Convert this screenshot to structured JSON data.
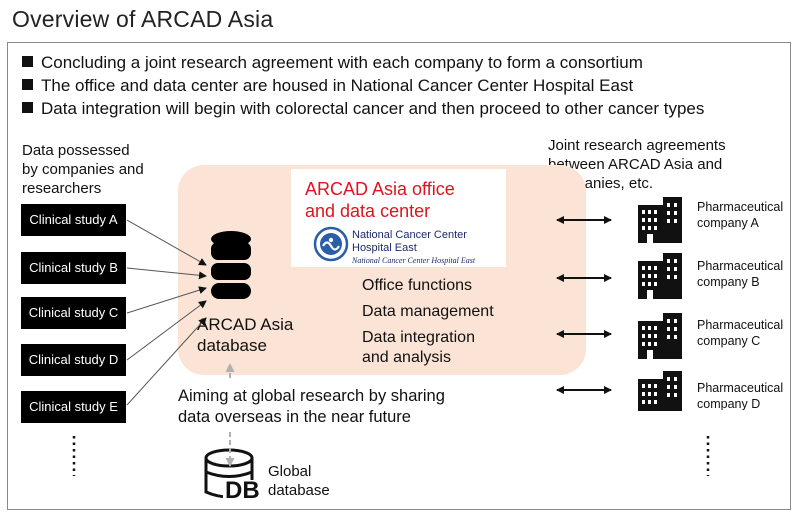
{
  "title": "Overview of ARCAD Asia",
  "bullets": [
    "Concluding a joint research agreement with each company to form a consortium",
    "The office and data center are housed in National Cancer Center Hospital East",
    "Data integration will begin with colorectal cancer and then proceed to other cancer types"
  ],
  "left_heading": [
    "Data possessed",
    "by companies and",
    "researchers"
  ],
  "studies": [
    "Clinical study A",
    "Clinical study B",
    "Clinical study C",
    "Clinical study D",
    "Clinical study E"
  ],
  "right_heading": [
    "Joint research agreements",
    "between ARCAD Asia and",
    "companies, etc."
  ],
  "pharma": [
    [
      "Pharmaceutical",
      "company A"
    ],
    [
      "Pharmaceutical",
      "company B"
    ],
    [
      "Pharmaceutical",
      "company C"
    ],
    [
      "Pharmaceutical",
      "company D"
    ]
  ],
  "office_title": [
    "ARCAD Asia office",
    "and data center"
  ],
  "ncc": {
    "line1": "National Cancer Center",
    "line2": "Hospital East",
    "script": "National Cancer Center Hospital East"
  },
  "functions": [
    "Office functions",
    "Data management",
    "Data integration",
    "and analysis"
  ],
  "database": [
    "ARCAD Asia",
    "database"
  ],
  "aim": [
    "Aiming at global research by sharing",
    "data overseas in the near future"
  ],
  "global_db": {
    "icon_text": "DB",
    "label": [
      "Global",
      "database"
    ]
  },
  "colors": {
    "office_title": "#e0141e",
    "center_box": "#fbe4d6",
    "study_box": "#000000",
    "ncc_logo": "#2a5ea8"
  },
  "icons": {
    "database": "database-icon",
    "building": "building-icon",
    "arrow": "double-arrow-icon"
  }
}
